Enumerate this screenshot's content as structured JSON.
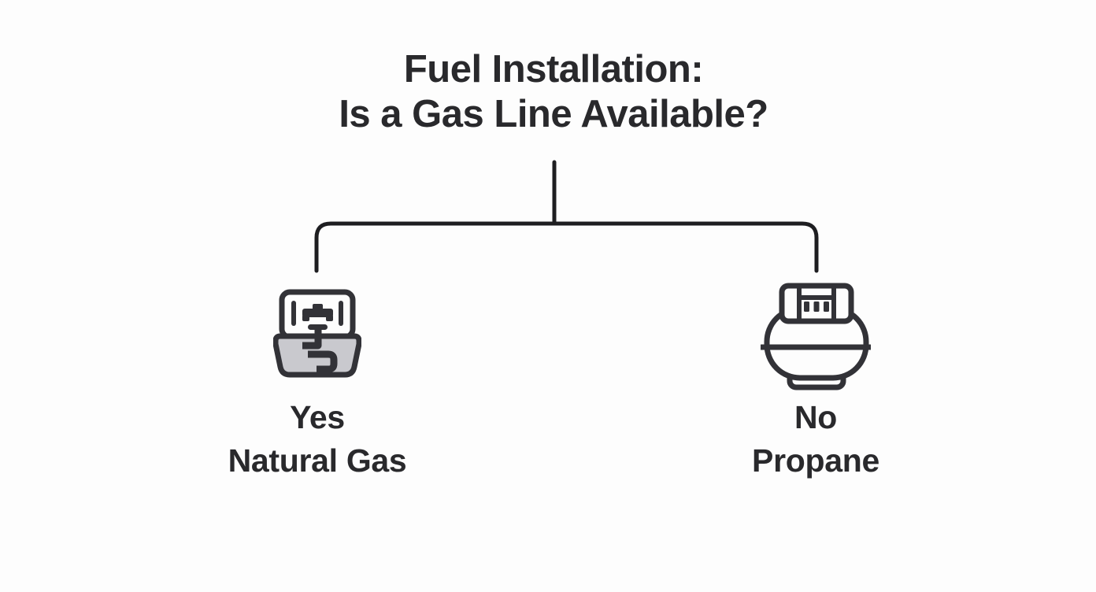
{
  "title": {
    "line1": "Fuel Installation:",
    "line2": "Is a Gas Line Available?"
  },
  "branches": {
    "left": {
      "answer": "Yes",
      "fuel": "Natural Gas",
      "icon": "gas-meter"
    },
    "right": {
      "answer": "No",
      "fuel": "Propane",
      "icon": "propane-tank"
    }
  },
  "colors": {
    "background": "#fdfdfd",
    "text": "#29292c",
    "connector": "#1e1e21",
    "icon_stroke": "#323237",
    "icon_fill_light": "#fdfdfd",
    "icon_fill_gray": "#c9c9ce"
  }
}
